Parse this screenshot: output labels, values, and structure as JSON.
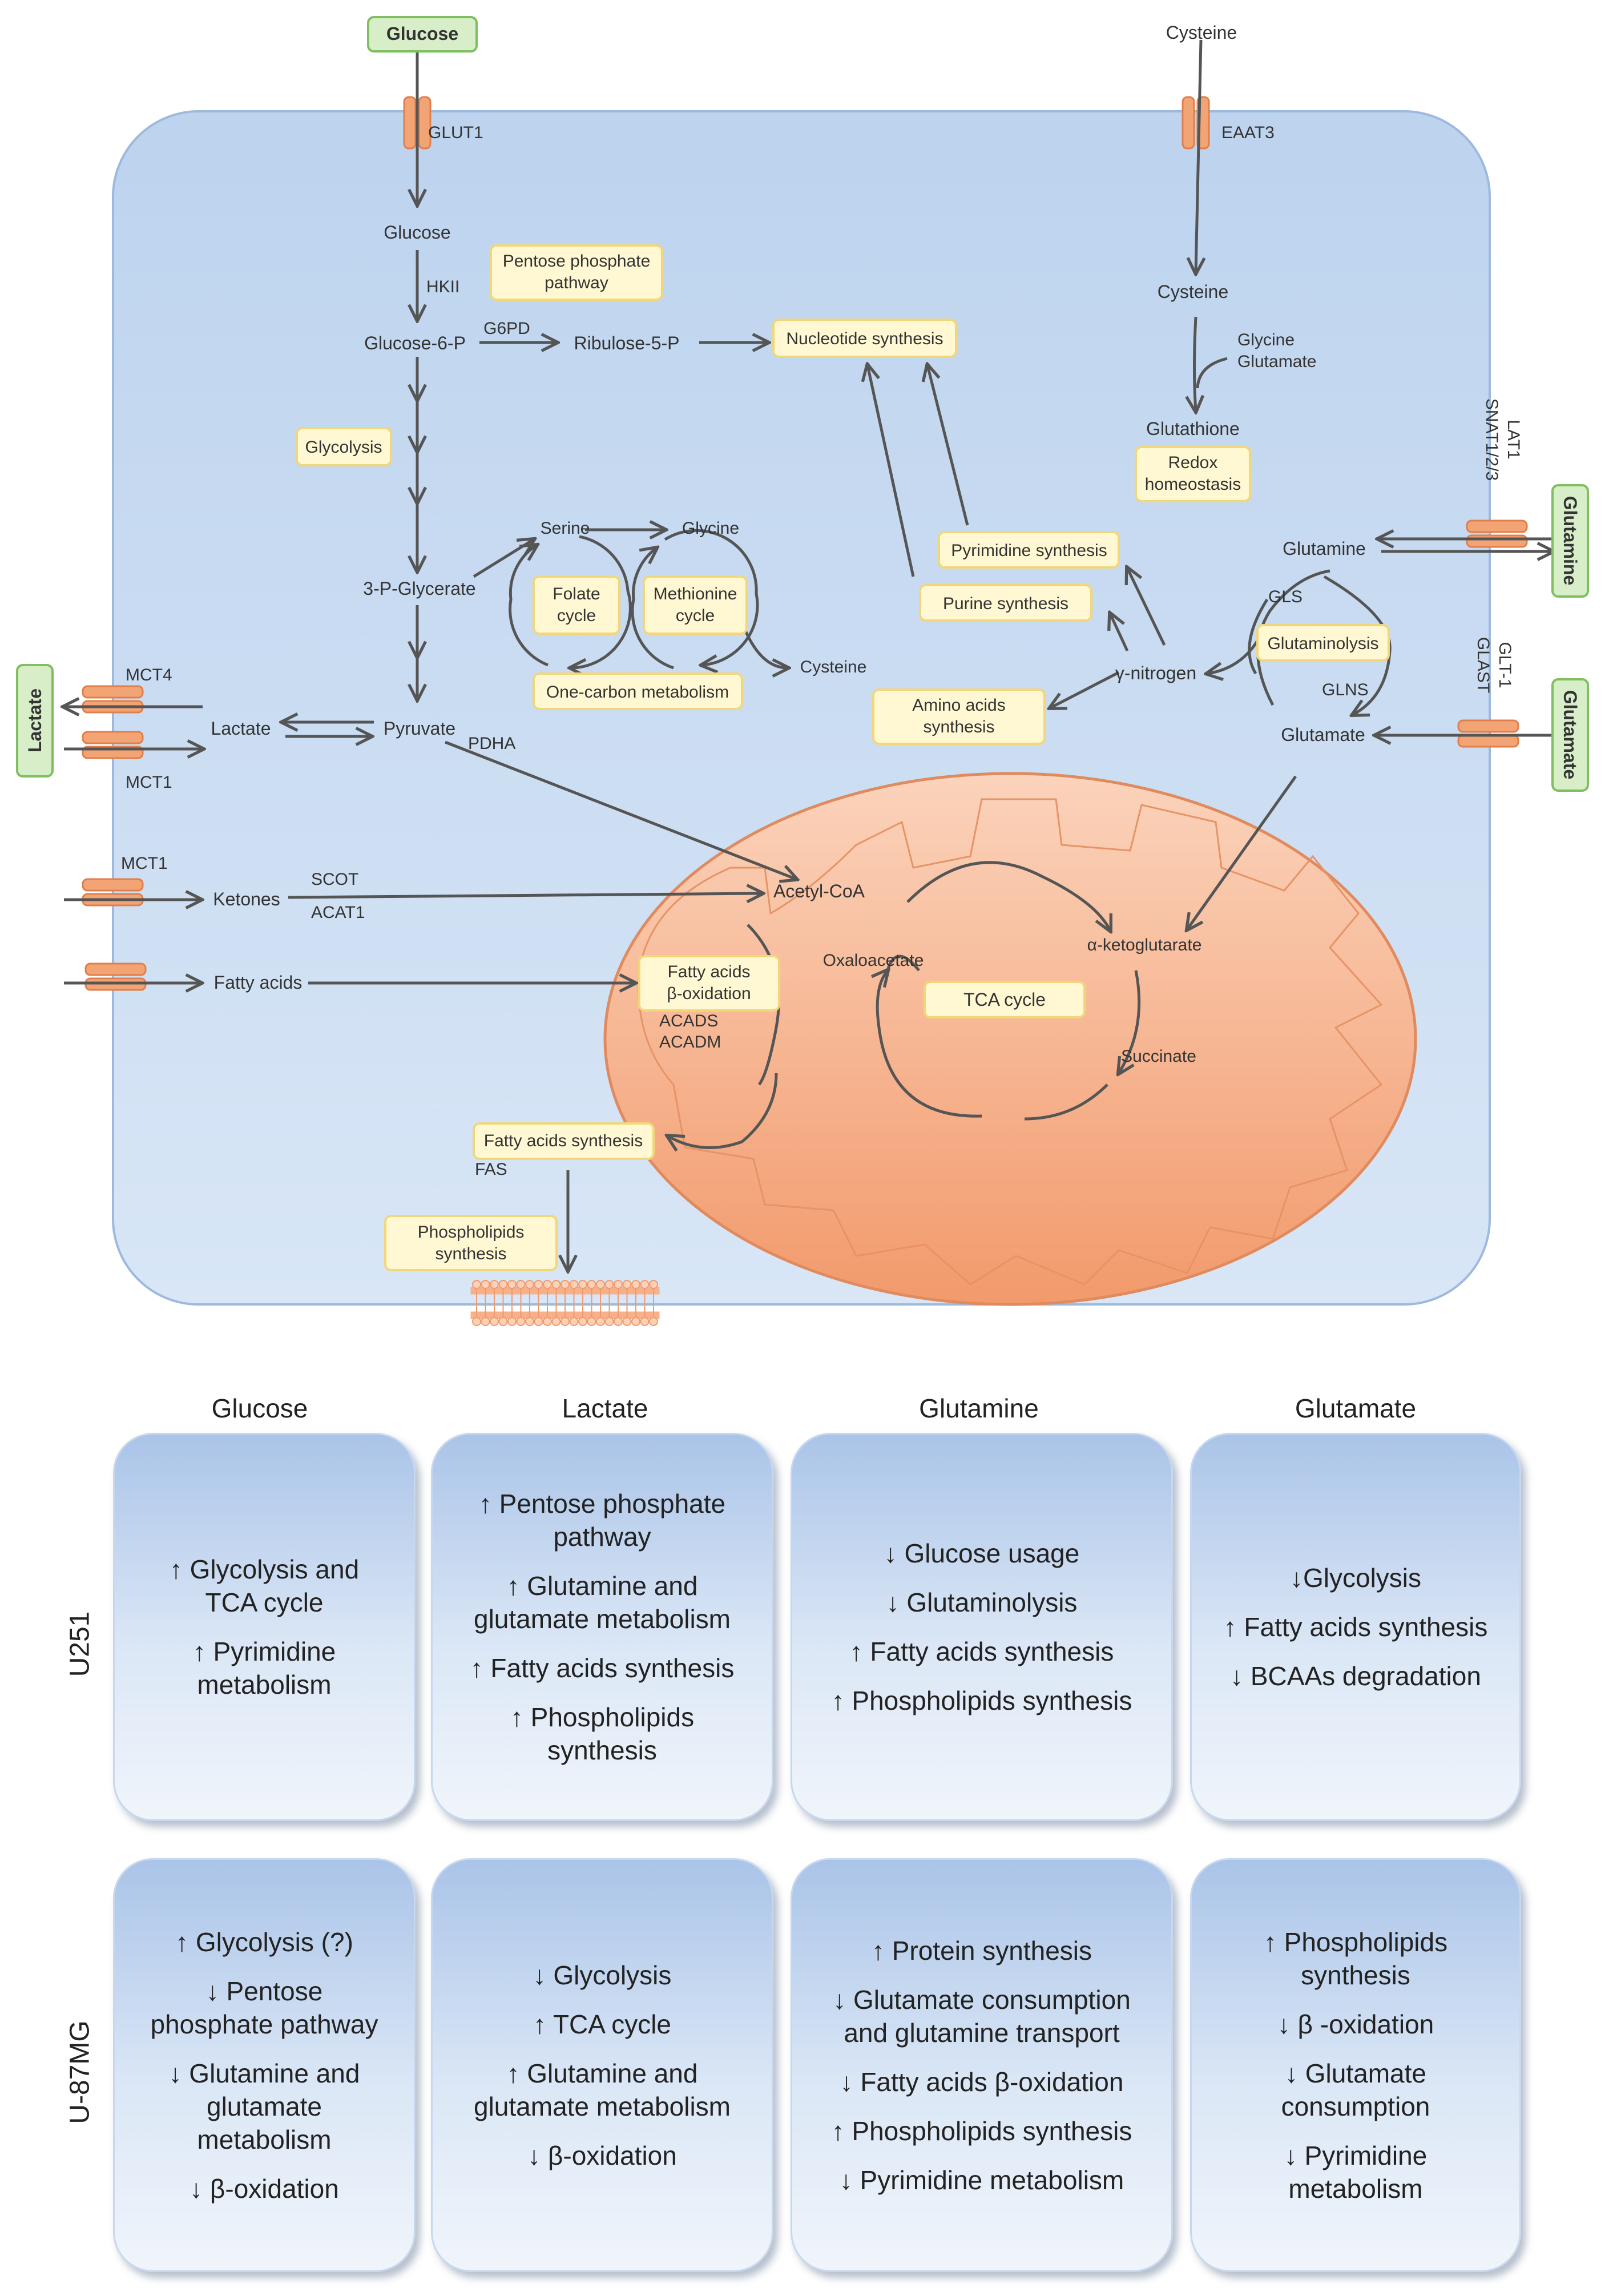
{
  "diagram": {
    "nodes": {
      "glucose_ext": "Glucose",
      "glut1": "GLUT1",
      "glucose": "Glucose",
      "hkii": "HKII",
      "ppp": "Pentose phosphate\npathway",
      "g6p": "Glucose-6-P",
      "g6pd": "G6PD",
      "ribulose": "Ribulose-5-P",
      "nucleotide": "Nucleotide synthesis",
      "glycolysis": "Glycolysis",
      "serine": "Serine",
      "glycine": "Glycine",
      "pglycerate": "3-P-Glycerate",
      "folate": "Folate\ncycle",
      "methionine": "Methionine\ncycle",
      "cysteine_met": "Cysteine",
      "onecarbon": "One-carbon metabolism",
      "mct4": "MCT4",
      "mct1a": "MCT1",
      "lactate_ext": "Lactate",
      "lactate": "Lactate",
      "pyruvate": "Pyruvate",
      "pdha": "PDHA",
      "mct1b": "MCT1",
      "ketones": "Ketones",
      "scot": "SCOT",
      "acat1": "ACAT1",
      "fattyacids": "Fatty acids",
      "acetylcoa": "Acetyl-CoA",
      "fab": "Fatty acids\nβ-oxidation",
      "acads": "ACADS",
      "acadm": "ACADM",
      "oxaloacetate": "Oxaloacetate",
      "tca": "TCA cycle",
      "akg": "α-ketoglutarate",
      "succinate": "Succinate",
      "fas_box": "Fatty acids synthesis",
      "fas": "FAS",
      "phospho": "Phospholipids\nsynthesis",
      "cysteine_ext": "Cysteine",
      "eaat3": "EAAT3",
      "cysteine": "Cysteine",
      "glycineglut": "Glycine\nGlutamate",
      "glutathione": "Glutathione",
      "redox": "Redox\nhomeostasis",
      "lat1": "LAT1\nSNAT1/2/3",
      "glutamine_ext": "Glutamine",
      "glutamine": "Glutamine",
      "pyrimidine": "Pyrimidine synthesis",
      "purine": "Purine synthesis",
      "gls": "GLS",
      "glutaminolysis": "Glutaminolysis",
      "gnitrogen": "γ-nitrogen",
      "glns": "GLNS",
      "aminoacids": "Amino acids\nsynthesis",
      "glt1": "GLT-1\nGLAST",
      "glutamate_ext": "Glutamate",
      "glutamate": "Glutamate"
    }
  },
  "table": {
    "columns": [
      "Glucose",
      "Lactate",
      "Glutamine",
      "Glutamate"
    ],
    "rows": [
      {
        "label": "U251",
        "cells": [
          [
            "↑ Glycolysis and\nTCA cycle",
            "↑ Pyrimidine\nmetabolism"
          ],
          [
            "↑ Pentose phosphate\npathway",
            "↑ Glutamine and\nglutamate metabolism",
            "↑ Fatty acids synthesis",
            "↑ Phospholipids\nsynthesis"
          ],
          [
            "↓ Glucose usage",
            "↓ Glutaminolysis",
            "↑ Fatty acids synthesis",
            "↑ Phospholipids synthesis"
          ],
          [
            "↓Glycolysis",
            "↑ Fatty acids synthesis",
            "↓ BCAAs degradation"
          ]
        ]
      },
      {
        "label": "U-87MG",
        "cells": [
          [
            "↑ Glycolysis (?)",
            "↓ Pentose\nphosphate pathway",
            "↓ Glutamine and\nglutamate\nmetabolism",
            "↓ β-oxidation"
          ],
          [
            "↓ Glycolysis",
            "↑ TCA cycle",
            "↑ Glutamine and\nglutamate metabolism",
            "↓ β-oxidation"
          ],
          [
            "↑ Protein synthesis",
            "↓ Glutamate consumption\nand glutamine transport",
            "↓ Fatty acids β-oxidation",
            "↑ Phospholipids synthesis",
            "↓ Pyrimidine metabolism"
          ],
          [
            "↑ Phospholipids\nsynthesis",
            "↓ β -oxidation",
            "↓ Glutamate\nconsumption",
            "↓ Pyrimidine\nmetabolism"
          ]
        ]
      }
    ]
  },
  "colors": {
    "cell": "#cfe0f5",
    "mito": "#f7b48e",
    "transporter": "#f0a070",
    "ext_box": "#d4ecc4",
    "pathway_box": "#fff7cf",
    "arrow": "#555555"
  }
}
